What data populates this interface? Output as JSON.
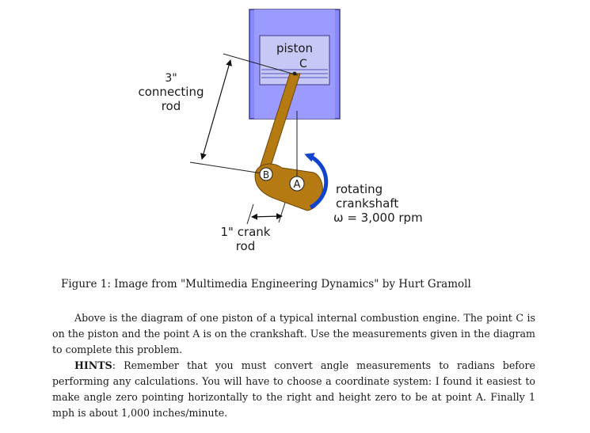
{
  "figure": {
    "labels": {
      "piston": "piston",
      "point_c": "C",
      "connecting_rod_length": "3\"",
      "connecting_rod_line1": "connecting",
      "connecting_rod_line2": "rod",
      "point_b": "B",
      "point_a": "A",
      "rotating_line1": "rotating",
      "rotating_line2": "crankshaft",
      "angular_speed": "ω = 3,000 rpm",
      "crank_rod_line1": "1\" crank",
      "crank_rod_line2": "rod"
    },
    "colors": {
      "cylinder": "#8888ff",
      "cylinder_edge": "#3a3a8a",
      "piston": "#c4c4f4",
      "rod": "#b57a12",
      "rotation_arrow": "#1144cc"
    },
    "caption": "Figure 1: Image from \"Multimedia Engineering Dynamics\" by Hurt Gramoll"
  },
  "text": {
    "paragraph1": "Above is the diagram of one piston of a typical internal combustion engine. The point C is on the piston and the point A is on the crankshaft. Use the measurements given in the diagram to complete this problem.",
    "hints_label": "HINTS",
    "hints_body": ": Remember that you must convert angle measurements to radians before performing any calculations. You will have to choose a coordinate system: I found it easiest to make angle zero pointing horizontally to the right and height zero to be at point A. Finally 1 mph is about 1,000 inches/minute."
  }
}
